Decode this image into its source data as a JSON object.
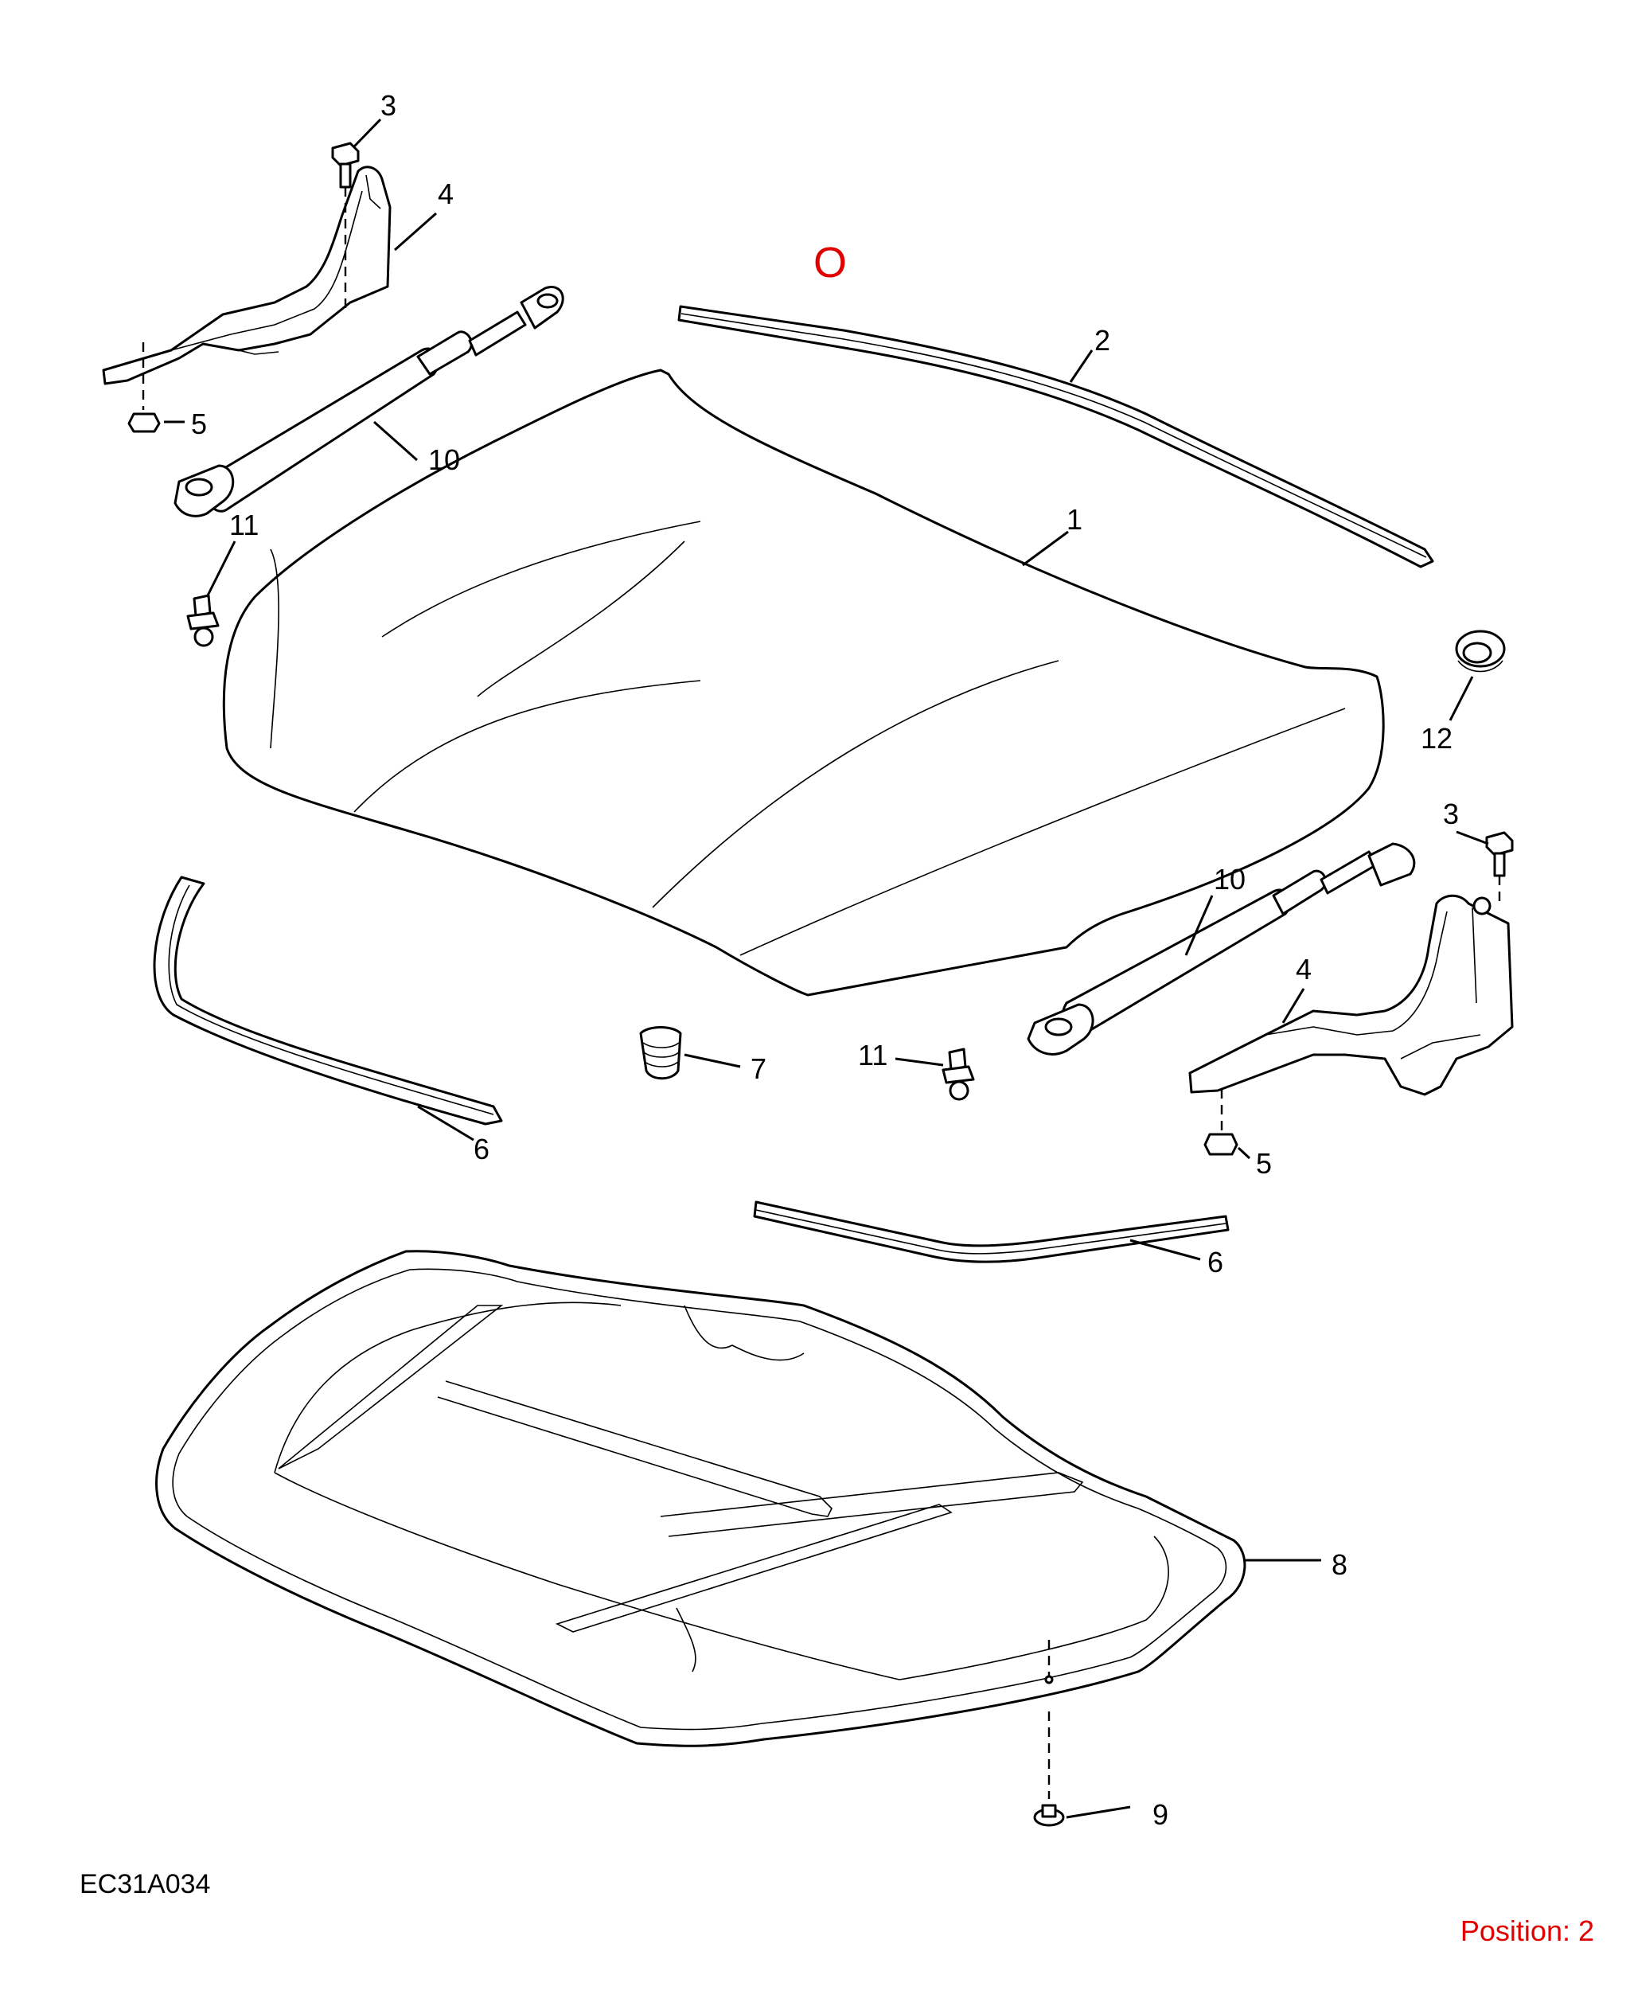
{
  "diagram": {
    "code": "EC31A034",
    "position_label": "Position: 2",
    "marker": "O",
    "accent_color": "#e00000",
    "callouts": {
      "c1": "1",
      "c2": "2",
      "c3a": "3",
      "c3b": "3",
      "c4a": "4",
      "c4b": "4",
      "c5a": "5",
      "c5b": "5",
      "c6a": "6",
      "c6b": "6",
      "c7": "7",
      "c8": "8",
      "c9": "9",
      "c10a": "10",
      "c10b": "10",
      "c11a": "11",
      "c11b": "11",
      "c12": "12"
    }
  }
}
